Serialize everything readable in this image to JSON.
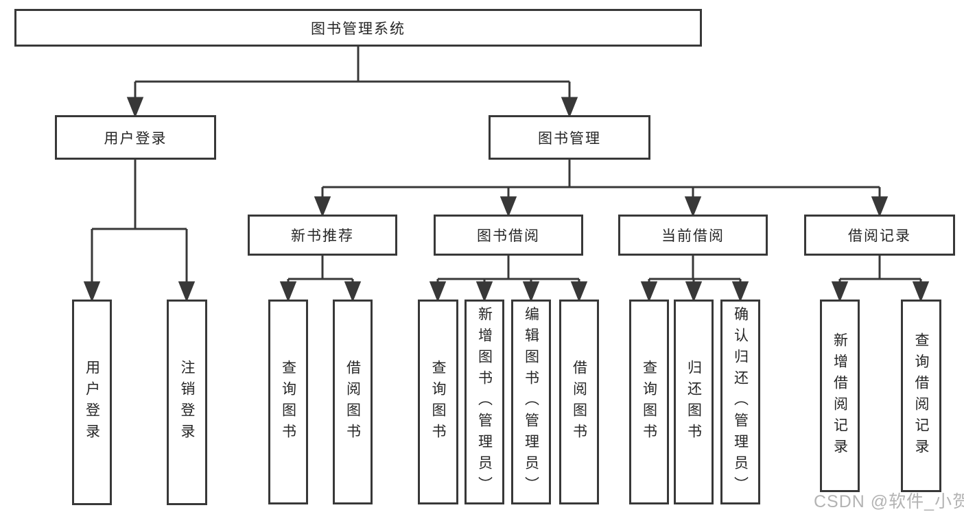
{
  "tree": {
    "label": "图书管理系统",
    "children": [
      {
        "label": "用户登录",
        "children": [
          {
            "label": "用户登录"
          },
          {
            "label": "注销登录"
          }
        ]
      },
      {
        "label": "图书管理",
        "children": [
          {
            "label": "新书推荐",
            "children": [
              {
                "label": "查询图书"
              },
              {
                "label": "借阅图书"
              }
            ]
          },
          {
            "label": "图书借阅",
            "children": [
              {
                "label": "查询图书"
              },
              {
                "label": "新增图书（管理员）"
              },
              {
                "label": "编辑图书（管理员）"
              },
              {
                "label": "借阅图书"
              }
            ]
          },
          {
            "label": "当前借阅",
            "children": [
              {
                "label": "查询图书"
              },
              {
                "label": "归还图书"
              },
              {
                "label": "确认归还（管理员）"
              }
            ]
          },
          {
            "label": "借阅记录",
            "children": [
              {
                "label": "新增借阅记录"
              },
              {
                "label": "查询借阅记录"
              }
            ]
          }
        ]
      }
    ]
  },
  "watermark": {
    "text": "CSDN @软件_小贺同学"
  },
  "colors": {
    "line": "#383838",
    "box_border": "#383838",
    "text": "#262626",
    "watermark": "#b3b3b3",
    "background": "#ffffff"
  }
}
